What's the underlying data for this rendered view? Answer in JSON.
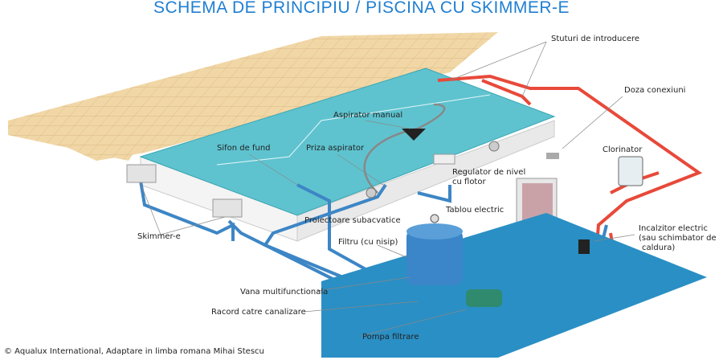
{
  "title": "SCHEMA DE PRINCIPIU / PISCINA CU SKIMMER-E",
  "labels": {
    "stuturi": "Stuturi de introducere",
    "doza": "Doza conexiuni",
    "aspirator": "Aspirator manual",
    "sifon": "Sifon de fund",
    "priza": "Priza aspirator",
    "clorinator": "Clorinator",
    "regulator1": "Regulator de nivel",
    "regulator2": "cu flotor",
    "tablou": "Tablou electric",
    "proiectoare": "Proiectoare subacvatice",
    "skimmer": "Skimmer-e",
    "incalzitor1": "Incalzitor electric",
    "incalzitor2": "(sau schimbator de",
    "incalzitor3": "caldura)",
    "filtru": "Filtru (cu nisip)",
    "vana": "Vana multifunctionala",
    "racord": "Racord catre canalizare",
    "pompa": "Pompa filtrare"
  },
  "copyright": "© Aqualux International, Adaptare in limba romana Mihai Stescu",
  "colors": {
    "title": "#1f7fd1",
    "water": "#5ec3cf",
    "deck": "#f1d7a6",
    "pipe_blue": "#3d86c6",
    "pipe_red": "#e8493a",
    "platform": "#2a8fc4"
  }
}
